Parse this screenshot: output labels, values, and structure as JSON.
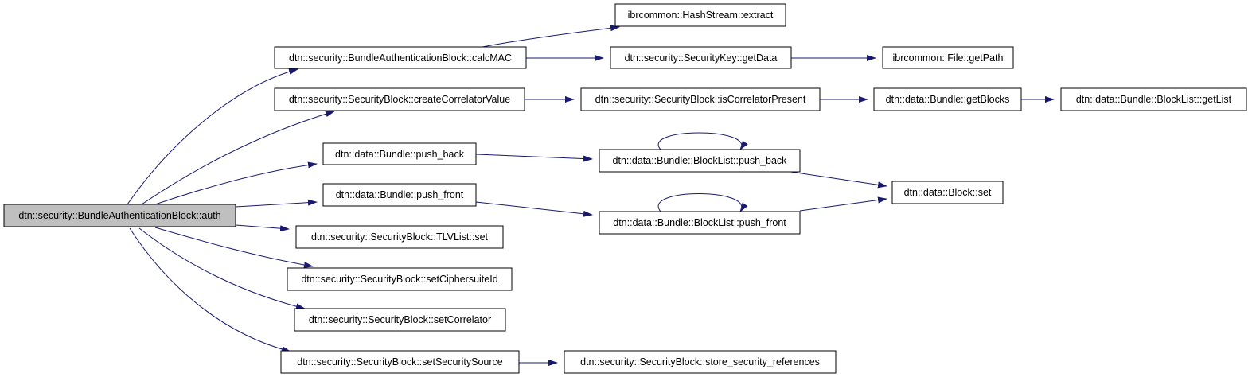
{
  "colors": {
    "edge": "#191970",
    "root_fill": "#bfbfbf",
    "node_fill": "#ffffff",
    "node_border": "#000000"
  },
  "nodes": {
    "auth": "dtn::security::BundleAuthenticationBlock::auth",
    "calcMAC": "dtn::security::BundleAuthenticationBlock::calcMAC",
    "extract": "ibrcommon::HashStream::extract",
    "getData": "dtn::security::SecurityKey::getData",
    "getPath": "ibrcommon::File::getPath",
    "createCorrelatorValue": "dtn::security::SecurityBlock::createCorrelatorValue",
    "isCorrelatorPresent": "dtn::security::SecurityBlock::isCorrelatorPresent",
    "getBlocks": "dtn::data::Bundle::getBlocks",
    "getList": "dtn::data::Bundle::BlockList::getList",
    "push_back": "dtn::data::Bundle::push_back",
    "bl_push_back": "dtn::data::Bundle::BlockList::push_back",
    "block_set": "dtn::data::Block::set",
    "push_front": "dtn::data::Bundle::push_front",
    "bl_push_front": "dtn::data::Bundle::BlockList::push_front",
    "tlv_set": "dtn::security::SecurityBlock::TLVList::set",
    "setCiphersuiteId": "dtn::security::SecurityBlock::setCiphersuiteId",
    "setCorrelator": "dtn::security::SecurityBlock::setCorrelator",
    "setSecuritySource": "dtn::security::SecurityBlock::setSecuritySource",
    "store_refs": "dtn::security::SecurityBlock::store_security_references"
  }
}
